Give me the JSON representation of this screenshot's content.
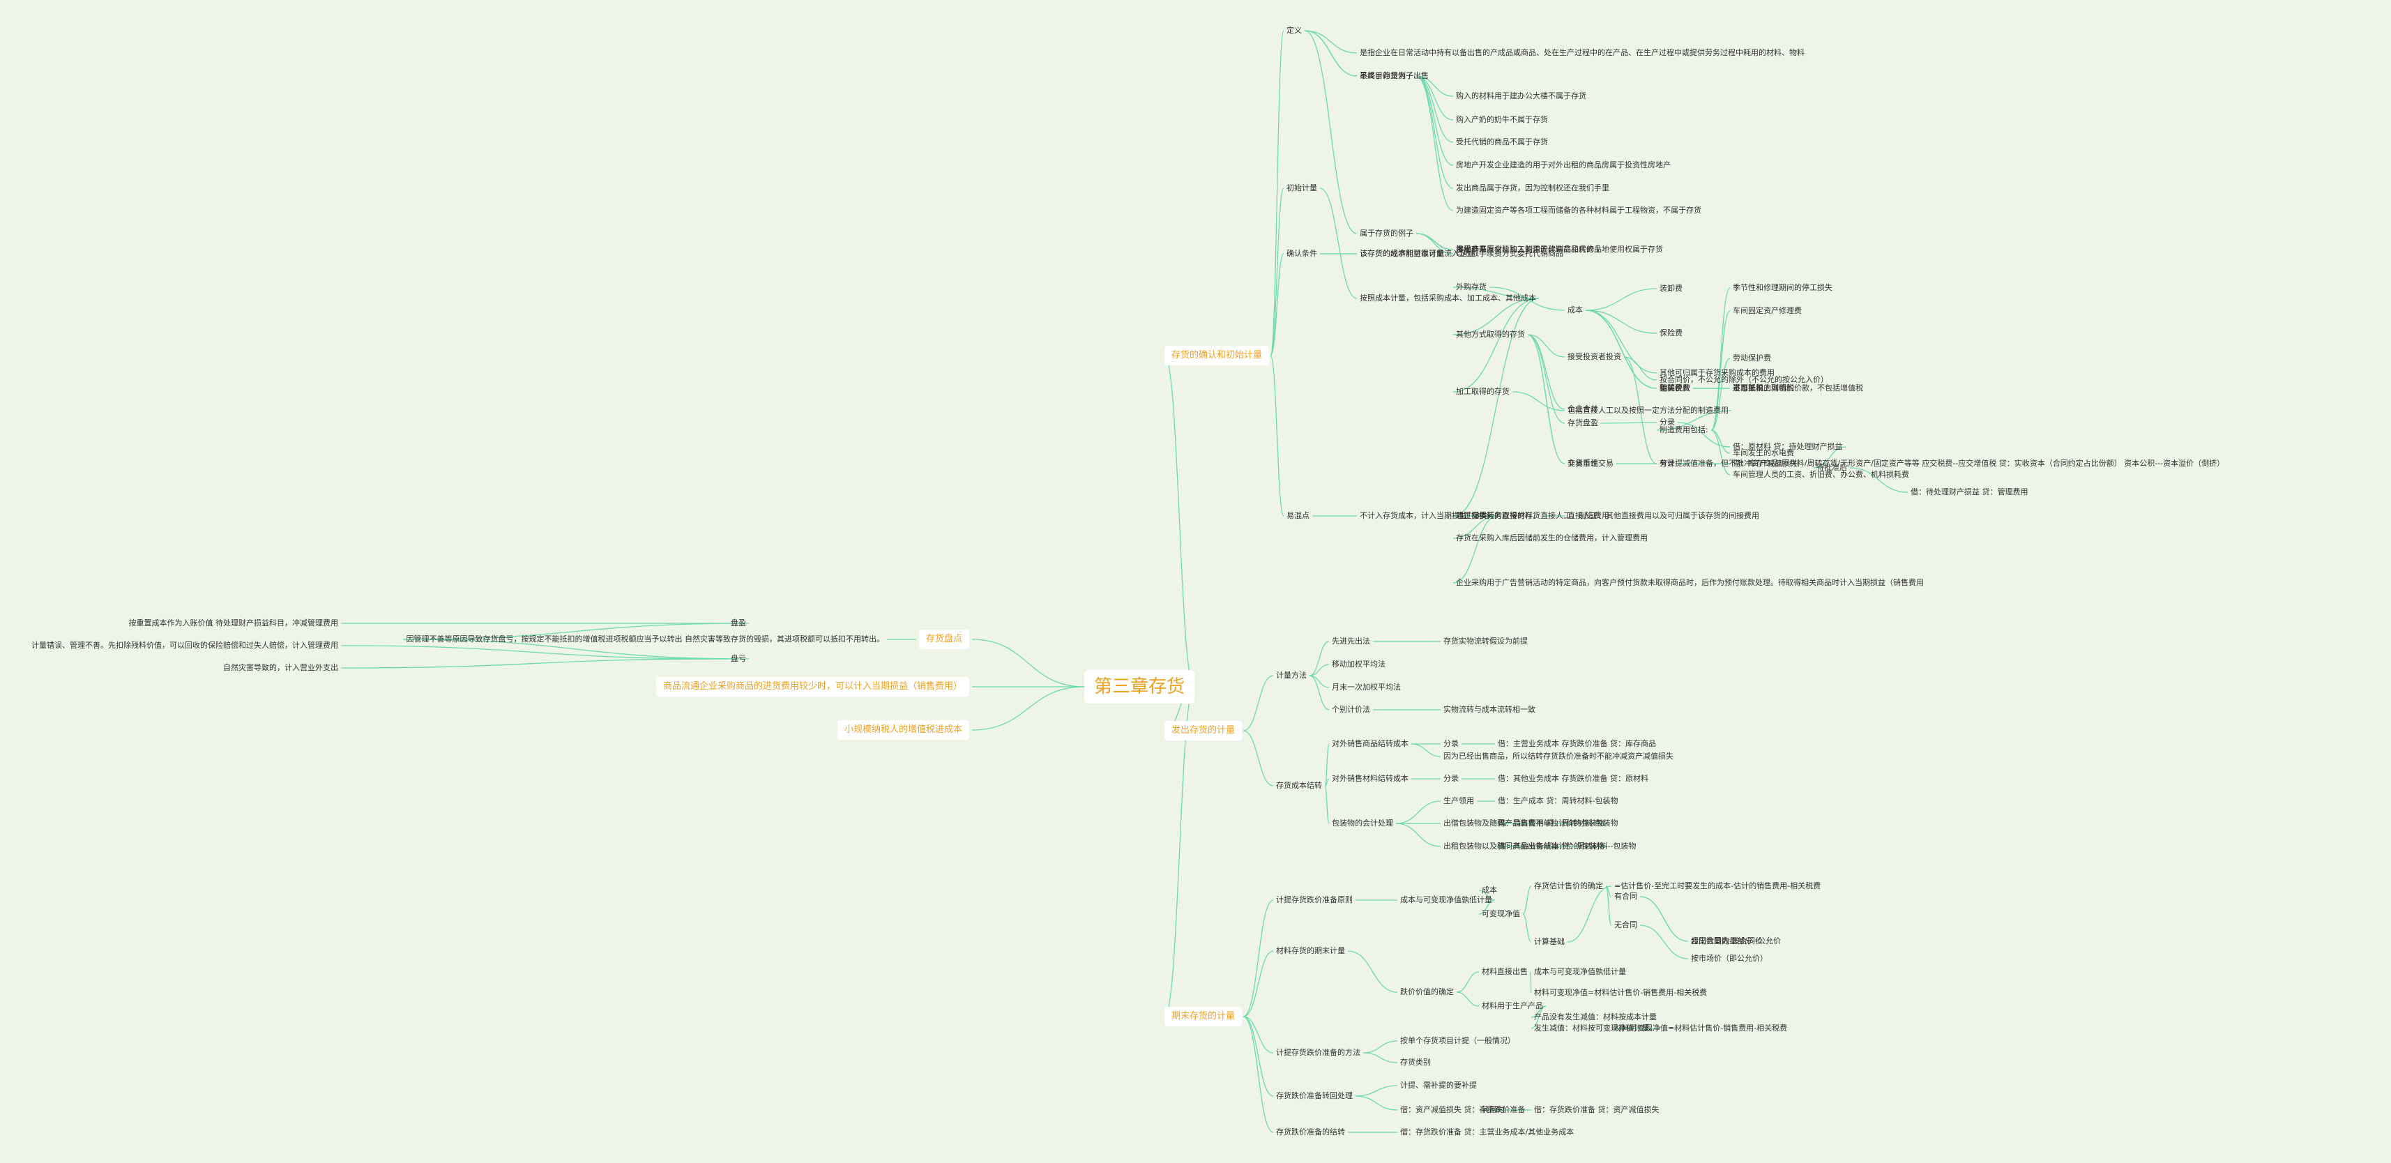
{
  "mindmap": {
    "root": "第三章存货",
    "sections": [
      {
        "label": "存货的确认和初始计量",
        "children": [
          {
            "label": "定义",
            "children": [
              {
                "label": "是指企业在日常活动中持有以备出售的产成品或商品、处在生产过程中的在产品、在生产过程中或提供劳务过程中耗用的材料、物料"
              },
              {
                "label": "最终目的是为了出售"
              },
              {
                "label": "不属于存货例子",
                "children": [
                  {
                    "label": "购入的材料用于建办公大楼不属于存货"
                  },
                  {
                    "label": "购入产奶的奶牛不属于存货"
                  },
                  {
                    "label": "受托代销的商品不属于存货"
                  },
                  {
                    "label": "房地产开发企业建造的用于对外出租的商品房属于投资性房地产"
                  },
                  {
                    "label": "发出商品属于存货，因为控制权还在我们手里"
                  },
                  {
                    "label": "为建造固定资产等各项工程而储备的各种材料属于工程物资，不属于存货"
                  }
                ]
              },
              {
                "label": "属于存货的例子",
                "children": [
                  {
                    "label": "接受外来原材料加工制造的代制品和代修品"
                  },
                  {
                    "label": "房地产开发企业购入的用于建造商品房的土地使用权属于存货"
                  },
                  {
                    "label": "发出商品"
                  },
                  {
                    "label": "以收取手续费方式委托代销商品"
                  }
                ]
              }
            ]
          },
          {
            "label": "确认条件",
            "children": [
              {
                "label": "该存货的经济利益很可能流入企业"
              },
              {
                "label": "该存货的成本能可靠计量"
              }
            ]
          },
          {
            "label": "初始计量",
            "children": [
              {
                "label": "按照成本计量，包括采购成本、加工成本、其他成本",
                "children": [
                  {
                    "label": "外购存货",
                    "children": [
                      {
                        "label": "成本",
                        "children": [
                          {
                            "label": "购买价款",
                            "children": [
                              {
                                "label": "发票账单上列明的价款，不包括增值税"
                              }
                            ]
                          },
                          {
                            "label": "相关税费",
                            "children": [
                              {
                                "label": "进口关税"
                              },
                              {
                                "label": "不可抵扣的增值税"
                              }
                            ]
                          },
                          {
                            "label": "运输费"
                          },
                          {
                            "label": "装卸费"
                          },
                          {
                            "label": "保险费"
                          },
                          {
                            "label": "其他可归属于存货采购成本的费用"
                          }
                        ]
                      }
                    ]
                  },
                  {
                    "label": "加工取得的存货",
                    "children": [
                      {
                        "label": "包括直接人工以及按照一定方法分配的制造费用",
                        "children": [
                          {
                            "label": "制造费用包括:",
                            "children": [
                              {
                                "label": "车间发生的水电费"
                              },
                              {
                                "label": "车间管理人员的工资、折旧费、办公费、机料损耗费"
                              },
                              {
                                "label": "劳动保护费"
                              },
                              {
                                "label": "季节性和修理期间的停工损失"
                              },
                              {
                                "label": "车间固定资产修理费"
                              }
                            ]
                          }
                        ]
                      }
                    ]
                  },
                  {
                    "label": "其他方式取得的存货",
                    "children": [
                      {
                        "label": "接受投资者投资",
                        "children": [
                          {
                            "label": "按合同价，不公允的除外（不公允的按公允入价）"
                          },
                          {
                            "label": "分录",
                            "children": [
                              {
                                "label": "借：库存商品/原材料/周转存货/无形资产/固定资产等等 应交税费--应交增值税 贷：实收资本（合同约定占比份额） 资本公积---资本溢价（倒挤）"
                              }
                            ]
                          }
                        ]
                      },
                      {
                        "label": "非货币性交易",
                        "children": [
                          {
                            "label": "有计提减值准备，但不准冲资产减值损失"
                          }
                        ]
                      },
                      {
                        "label": "交易重组"
                      },
                      {
                        "label": "企业合并"
                      },
                      {
                        "label": "存货盘盈",
                        "children": [
                          {
                            "label": "分录",
                            "children": [
                              {
                                "label": "借：原材料 贷：待处理财产损益",
                                "children": [
                                  {
                                    "label": "待批准后",
                                    "children": [
                                      {
                                        "label": "借：待处理财产损益 贷：管理费用"
                                      }
                                    ]
                                  }
                                ]
                              }
                            ]
                          }
                        ]
                      }
                    ]
                  },
                  {
                    "label": "通过提供劳务取得的存货",
                    "children": [
                      {
                        "label": "直接人工、其他直接费用以及可归属于该存货的间接费用"
                      }
                    ]
                  }
                ]
              }
            ]
          },
          {
            "label": "易混点",
            "children": [
              {
                "label": "不计入存货成本，计入当期损益（3类）",
                "children": [
                  {
                    "label": "非正常损耗的直接材料、直接人工、制造费用"
                  },
                  {
                    "label": "存货在采购入库后因储前发生的仓储费用，计入管理费用"
                  },
                  {
                    "label": "企业采购用于广告营销活动的特定商品，向客户预付货款未取得商品时，后作为预付账款处理。待取得相关商品时计入当期损益（销售费用"
                  }
                ]
              }
            ]
          }
        ]
      },
      {
        "label": "发出存货的计量",
        "children": [
          {
            "label": "计量方法",
            "children": [
              {
                "label": "先进先出法",
                "children": [
                  {
                    "label": "存货实物流转假设为前提"
                  }
                ]
              },
              {
                "label": "移动加权平均法"
              },
              {
                "label": "月末一次加权平均法"
              },
              {
                "label": "个别计价法",
                "children": [
                  {
                    "label": "实物流转与成本流转相一致"
                  }
                ]
              }
            ]
          },
          {
            "label": "存货成本结转",
            "children": [
              {
                "label": "对外销售商品结转成本",
                "children": [
                  {
                    "label": "分录",
                    "children": [
                      {
                        "label": "借：主营业务成本 存货跌价准备 贷：库存商品"
                      }
                    ]
                  },
                  {
                    "label": "因为已经出售商品，所以结转存货跌价准备时不能冲减资产减值损失"
                  }
                ]
              },
              {
                "label": "对外销售材料结转成本",
                "children": [
                  {
                    "label": "分录",
                    "children": [
                      {
                        "label": "借：其他业务成本 存货跌价准备 贷：原材料"
                      }
                    ]
                  }
                ]
              },
              {
                "label": "包装物的会计处理",
                "children": [
                  {
                    "label": "生产领用",
                    "children": [
                      {
                        "label": "借：生产成本 贷：周转材料-包装物"
                      }
                    ]
                  },
                  {
                    "label": "出借包装物及随同产品出售不单独计价的包装物",
                    "children": [
                      {
                        "label": "借：销售费用 贷：周转材料-包装物"
                      }
                    ]
                  },
                  {
                    "label": "出租包装物以及随同产品出售单独计价的包装物",
                    "children": [
                      {
                        "label": "借：其他业务成本 贷：周转材料--包装物"
                      }
                    ]
                  }
                ]
              }
            ]
          }
        ]
      },
      {
        "label": "期末存货的计量",
        "children": [
          {
            "label": "计提存货跌价准备原则",
            "children": [
              {
                "label": "成本与可变现净值孰低计量",
                "children": [
                  {
                    "label": "成本"
                  },
                  {
                    "label": "可变现净值",
                    "children": [
                      {
                        "label": "计算基础",
                        "children": [
                          {
                            "label": "=估计售价-至完工时要发生的成本-估计的销售费用-相关税费"
                          }
                        ]
                      },
                      {
                        "label": "存货估计售价的确定",
                        "children": [
                          {
                            "label": "有合同",
                            "children": [
                              {
                                "label": "合同数量内-按合同价"
                              },
                              {
                                "label": "超出合同数量部分--公允价"
                              }
                            ]
                          },
                          {
                            "label": "无合同",
                            "children": [
                              {
                                "label": "按市场价（即公允价）"
                              }
                            ]
                          }
                        ]
                      }
                    ]
                  }
                ]
              }
            ]
          },
          {
            "label": "材料存货的期末计量",
            "children": [
              {
                "label": "跌价价值的确定",
                "children": [
                  {
                    "label": "材料直接出售",
                    "children": [
                      {
                        "label": "成本与可变现净值孰低计量"
                      },
                      {
                        "label": "材料可变现净值=材料估计售价-销售费用-相关税费"
                      }
                    ]
                  },
                  {
                    "label": "材料用于生产产品",
                    "children": [
                      {
                        "label": "产品没有发生减值：材料按成本计量"
                      },
                      {
                        "label": "发生减值：材料按可变现净值计量。",
                        "children": [
                          {
                            "label": "材料可变现净值=材料估计售价-销售费用-相关税费"
                          }
                        ]
                      }
                    ]
                  }
                ]
              }
            ]
          },
          {
            "label": "计提存货跌价准备的方法",
            "children": [
              {
                "label": "按单个存货项目计提（一般情况）"
              },
              {
                "label": "存货类别"
              }
            ]
          },
          {
            "label": "存货跌价准备转回处理",
            "children": [
              {
                "label": "计提、需补提的要补提"
              },
              {
                "label": "借：资产减值损失 贷：存货跌价准备",
                "children": [
                  {
                    "label": "转回时",
                    "children": [
                      {
                        "label": "借：存货跌价准备 贷：资产减值损失"
                      }
                    ]
                  }
                ]
              }
            ]
          },
          {
            "label": "存货跌价准备的结转",
            "children": [
              {
                "label": "借：存货跌价准备 贷：主营业务成本/其他业务成本"
              }
            ]
          }
        ]
      }
    ],
    "left": [
      {
        "label": "存货盘点",
        "children": [
          {
            "label": "因管理不善等原因导致存货盘亏，按规定不能抵扣的增值税进项税额应当予以转出 自然灾害等致存货的毁损，其进项税额可以抵扣不用转出。",
            "children": [
              {
                "label": "盘盈",
                "children": [
                  {
                    "label": "按重置成本作为入账价值 待处理财产损益科目，冲减管理费用"
                  }
                ]
              },
              {
                "label": "盘亏",
                "children": [
                  {
                    "label": "计量错误、管理不善。先扣除残料价值，可以回收的保险赔偿和过失人赔偿，计入管理费用"
                  },
                  {
                    "label": "自然灾害导致的，计入营业外支出"
                  }
                ]
              }
            ]
          }
        ]
      },
      {
        "label": "商品流通企业采购商品的进货费用较少时，可以计入当期损益（销售费用）"
      },
      {
        "label": "小规模纳税人的增值税进成本"
      }
    ]
  }
}
